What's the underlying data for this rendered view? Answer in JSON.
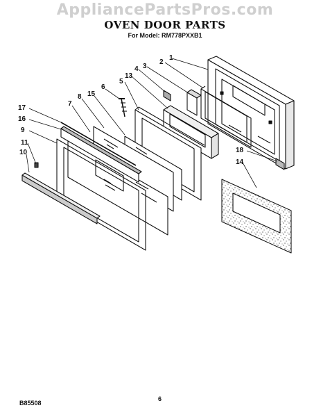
{
  "watermark": "AppliancePartsPros.com",
  "title": "OVEN DOOR PARTS",
  "subtitle": "For Model: RM778PXXB1",
  "callouts": {
    "c1": "1",
    "c2": "2",
    "c3": "3",
    "c4": "4",
    "c5": "5",
    "c6": "6",
    "c7": "7",
    "c8": "8",
    "c9": "9",
    "c10": "10",
    "c11": "11",
    "c13": "13",
    "c14": "14",
    "c15": "15",
    "c16": "16",
    "c17": "17",
    "c18": "18"
  },
  "footer": {
    "code": "B85508",
    "page": "6"
  }
}
